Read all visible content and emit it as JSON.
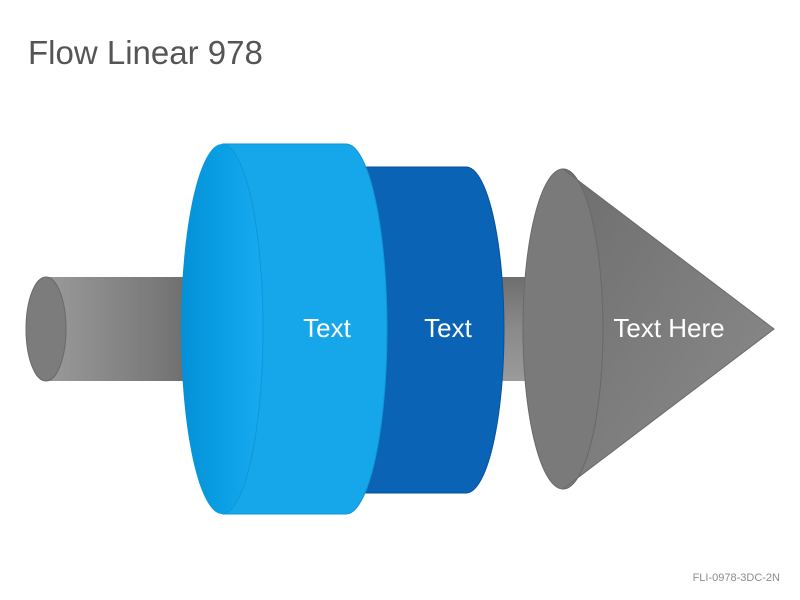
{
  "title": "Flow Linear 978",
  "footer_code": "FLI-0978-3DC-2N",
  "stages": [
    {
      "label": "Text",
      "color": "#15a7ea"
    },
    {
      "label": "Text",
      "color": "#0a63b5"
    },
    {
      "label": "Text Here",
      "color": "#7c7c7c"
    }
  ],
  "colors": {
    "rod_dark": "#555555",
    "rod_light": "#8a8a8a",
    "cone": "#7a7a7a"
  }
}
